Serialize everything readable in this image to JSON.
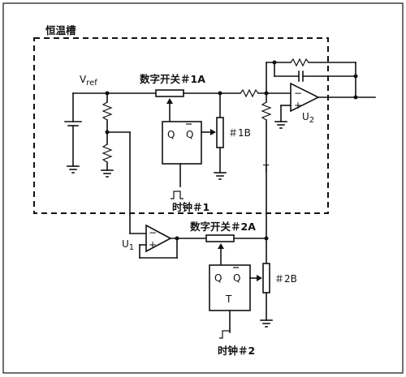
{
  "thermostat_label": "恒温槽",
  "vref": {
    "main": "V",
    "sub": "ref"
  },
  "switch_1a": "数字开关＃1A",
  "switch_2a": "数字开关＃2A",
  "pot_1b": "＃1B",
  "pot_2b": "＃2B",
  "clock_1": "时钟＃1",
  "clock_2": "时钟＃2",
  "flipflop_1": {
    "q": "Q",
    "qbar": "Q"
  },
  "flipflop_2": {
    "q": "Q",
    "qbar": "Q",
    "t": "T"
  },
  "t_label": "T",
  "amp_u1": {
    "main": "U",
    "sub": "1"
  },
  "amp_u2": {
    "main": "U",
    "sub": "2"
  },
  "opamp_signs": {
    "minus": "−",
    "plus": "+"
  }
}
